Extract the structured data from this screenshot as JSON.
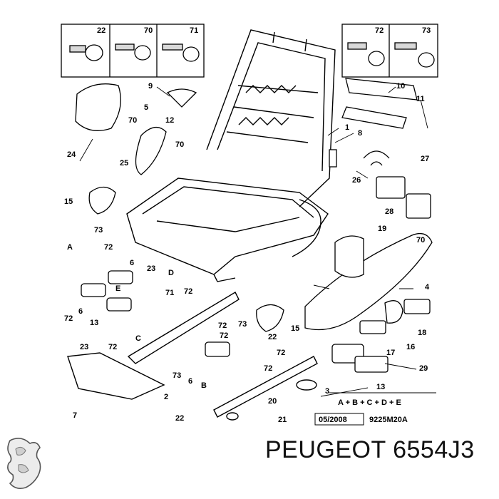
{
  "brand": {
    "name": "PEUGEOT",
    "part_number": "6554J3",
    "logo_icon": "peugeot-lion-logo"
  },
  "stamp": {
    "date": "05/2008",
    "reference": "9225M20A"
  },
  "legend": {
    "formula": "A + B + C + D + E",
    "group": "13"
  },
  "screw_box_left": {
    "items": [
      "22",
      "70",
      "71"
    ]
  },
  "screw_box_right": {
    "items": [
      "72",
      "73"
    ]
  },
  "callouts": [
    "1",
    "2",
    "3",
    "4",
    "5",
    "6",
    "6",
    "6",
    "7",
    "8",
    "9",
    "10",
    "11",
    "12",
    "13",
    "15",
    "15",
    "16",
    "17",
    "18",
    "19",
    "20",
    "21",
    "22",
    "22",
    "23",
    "23",
    "24",
    "25",
    "26",
    "27",
    "28",
    "29",
    "70",
    "70",
    "70",
    "71",
    "72",
    "72",
    "72",
    "72",
    "72",
    "72",
    "72",
    "72",
    "73",
    "73",
    "73",
    "A",
    "B",
    "C",
    "D",
    "E"
  ],
  "colors": {
    "line": "#000000",
    "background": "#ffffff",
    "gray_fill": "#d9d9d9"
  }
}
